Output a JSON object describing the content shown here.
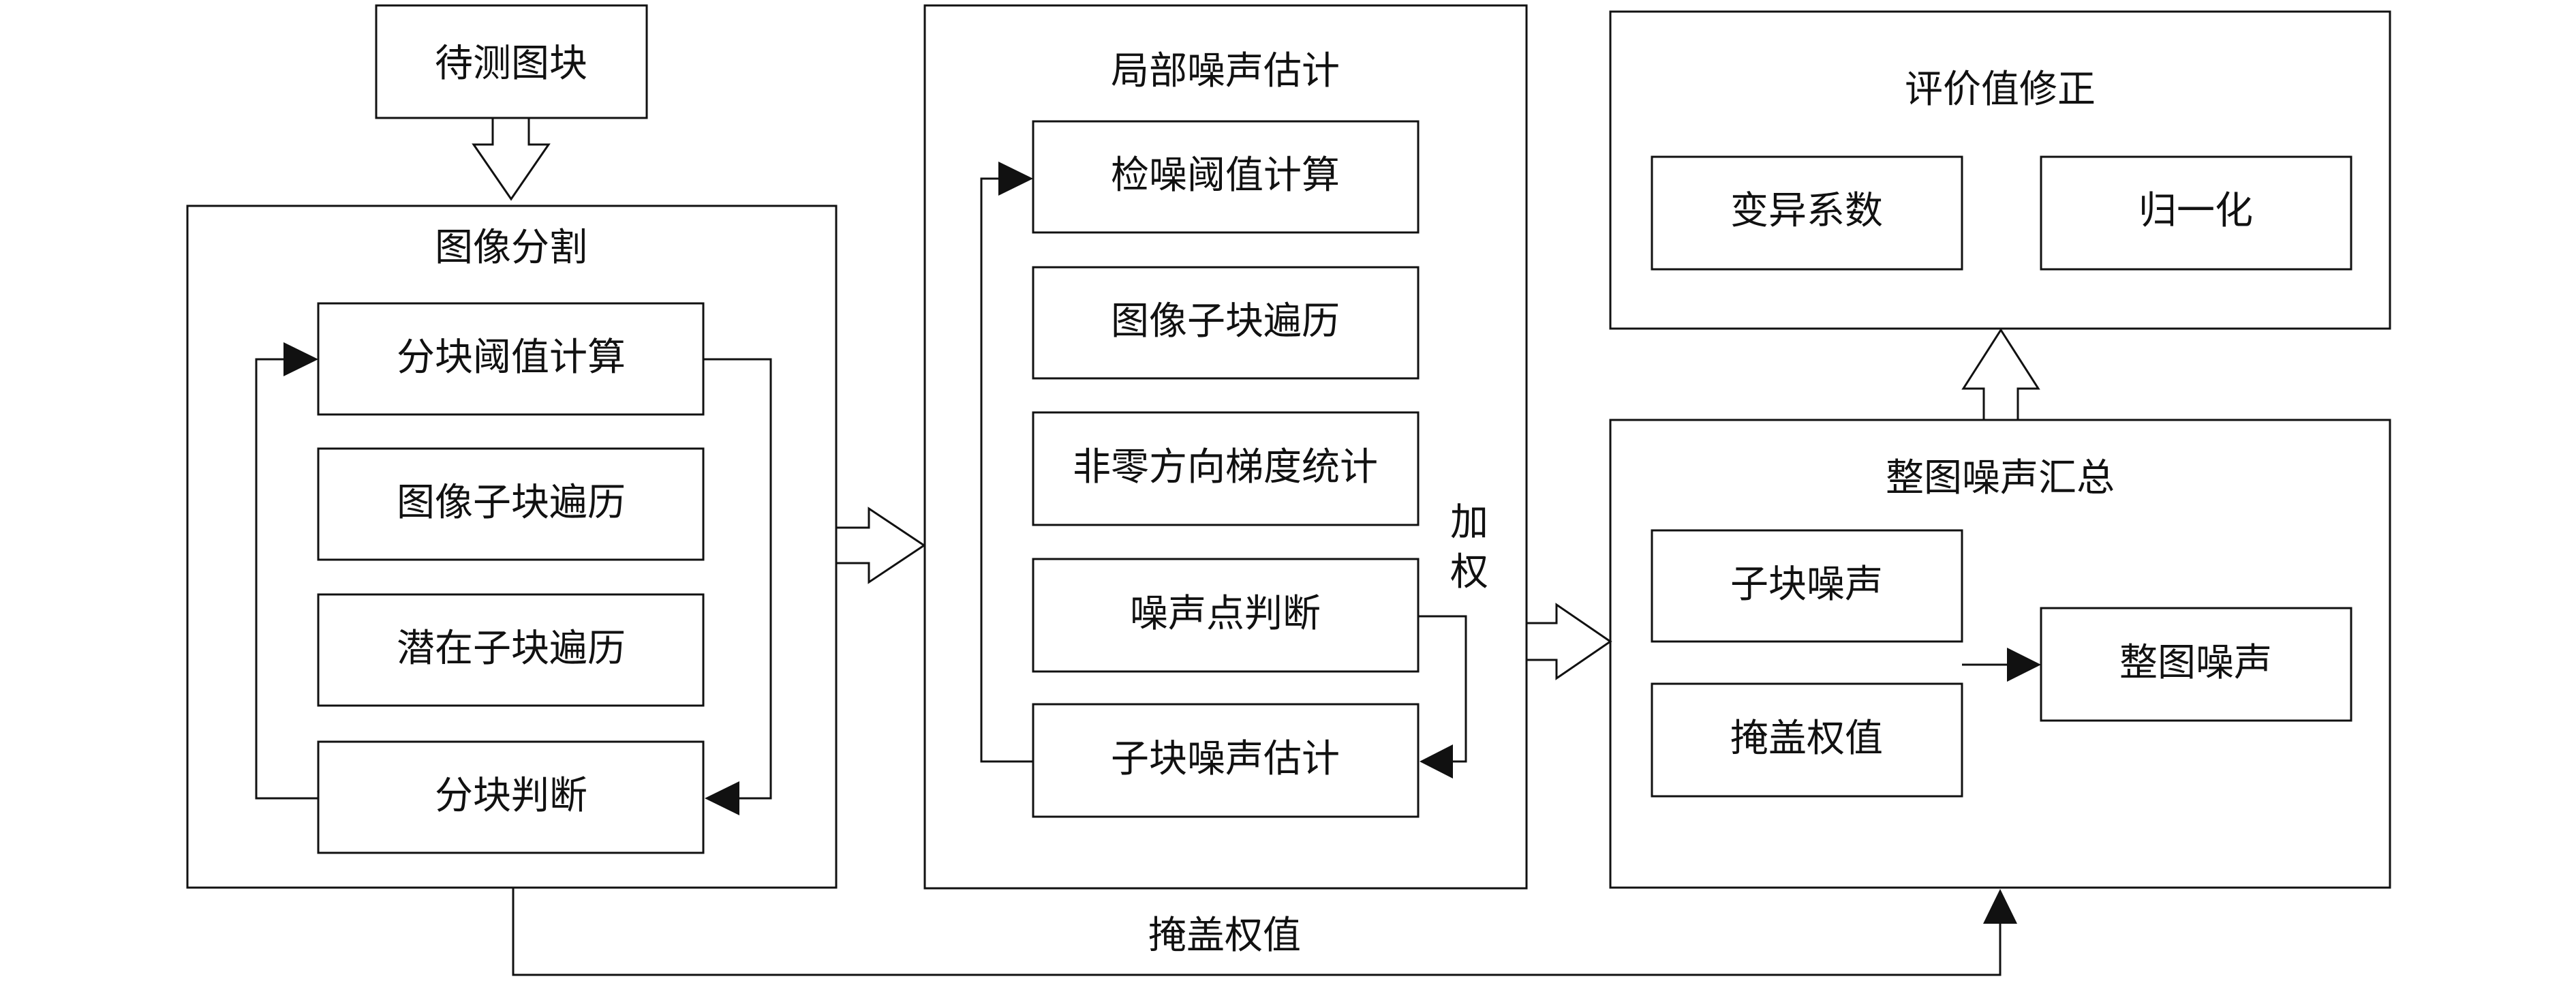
{
  "input_block": "待测图块",
  "segmentation": {
    "title": "图像分割",
    "steps": [
      "分块阈值计算",
      "图像子块遍历",
      "潜在子块遍历",
      "分块判断"
    ]
  },
  "local_noise": {
    "title": "局部噪声估计",
    "steps": [
      "检噪阈值计算",
      "图像子块遍历",
      "非零方向梯度统计",
      "噪声点判断",
      "子块噪声估计"
    ],
    "weighting_label": "加\n权"
  },
  "correction": {
    "title": "评价值修正",
    "items": [
      "变异系数",
      "归一化"
    ]
  },
  "summary": {
    "title": "整图噪声汇总",
    "inputs": [
      "子块噪声",
      "掩盖权值"
    ],
    "output": "整图噪声"
  },
  "bottom_link_label": "掩盖权值"
}
